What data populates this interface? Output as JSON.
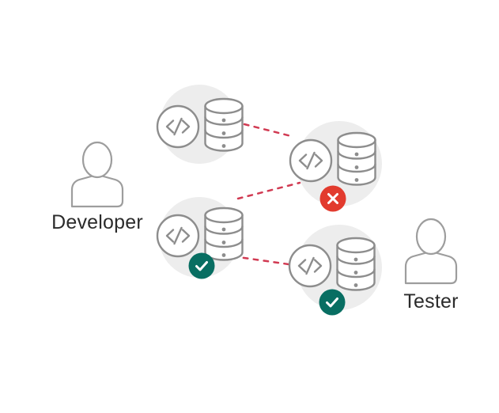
{
  "labels": {
    "developer": "Developer",
    "tester": "Tester"
  },
  "nodes": [
    {
      "name": "developer-code-db-top",
      "icons": [
        "code-icon",
        "database-icon"
      ],
      "badge": "none"
    },
    {
      "name": "shared-code-db",
      "icons": [
        "code-icon",
        "database-icon"
      ],
      "badge": "error-x"
    },
    {
      "name": "developer-code-db-bottom",
      "icons": [
        "code-icon",
        "database-icon"
      ],
      "badge": "success-check"
    },
    {
      "name": "tester-code-db",
      "icons": [
        "code-icon",
        "database-icon"
      ],
      "badge": "success-check"
    }
  ],
  "connections": [
    {
      "from": "developer-code-db-top",
      "to": "shared-code-db",
      "style": "dashed"
    },
    {
      "from": "developer-code-db-bottom",
      "to": "shared-code-db",
      "style": "dashed"
    },
    {
      "from": "developer-code-db-bottom",
      "to": "tester-code-db",
      "style": "dashed"
    }
  ],
  "colors": {
    "background": "#ffffff",
    "node_background": "#ededed",
    "icon_stroke": "#8d8d8d",
    "person_stroke": "#9d9d9d",
    "icon_fill": "#ffffff",
    "connector": "#d13a52",
    "error": "#e23b2e",
    "success": "#086e62",
    "badge_glyph": "#ffffff",
    "label_text": "#2b2b2b"
  }
}
